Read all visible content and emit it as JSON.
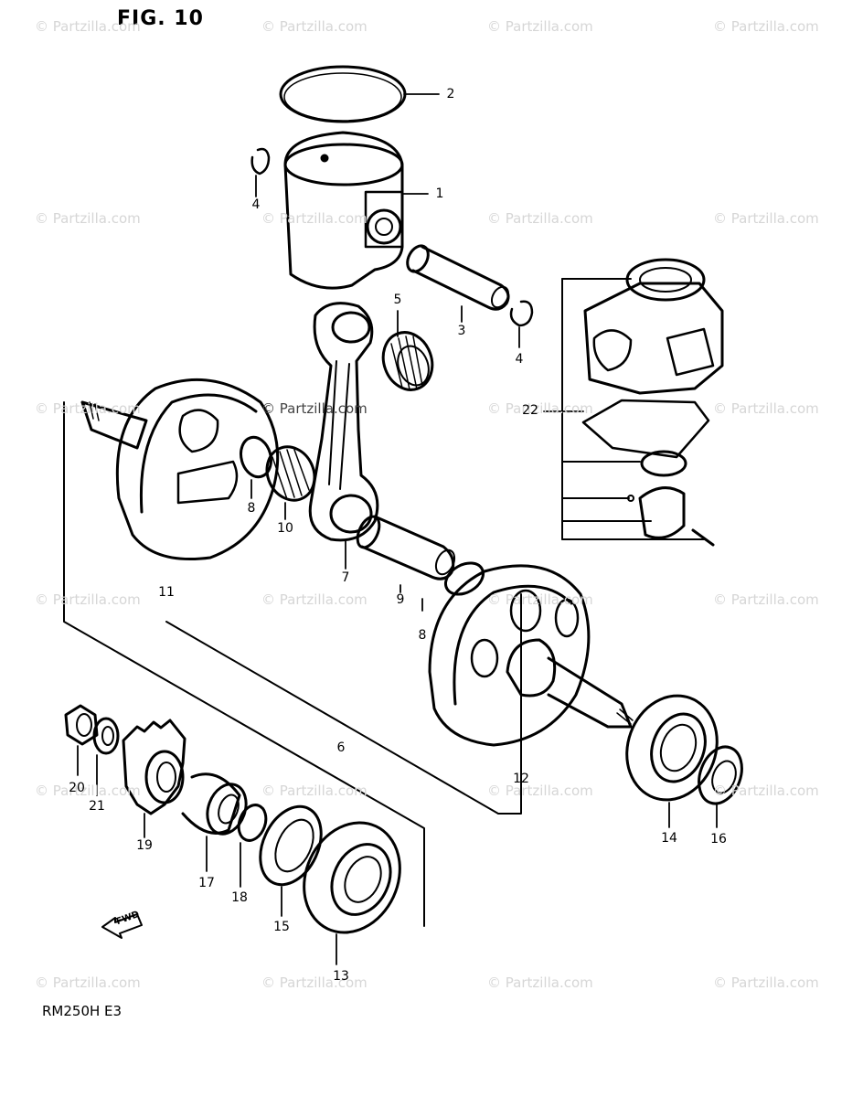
{
  "title": "FIG. 10",
  "model": "RM250H E3",
  "watermark": "© Partzilla.com",
  "fwd_label": "FWD",
  "callouts": [
    {
      "id": "1",
      "label": "1"
    },
    {
      "id": "2",
      "label": "2"
    },
    {
      "id": "3",
      "label": "3"
    },
    {
      "id": "4a",
      "label": "4"
    },
    {
      "id": "4b",
      "label": "4"
    },
    {
      "id": "5",
      "label": "5"
    },
    {
      "id": "6",
      "label": "6"
    },
    {
      "id": "7",
      "label": "7"
    },
    {
      "id": "8a",
      "label": "8"
    },
    {
      "id": "8b",
      "label": "8"
    },
    {
      "id": "9",
      "label": "9"
    },
    {
      "id": "10",
      "label": "10"
    },
    {
      "id": "11",
      "label": "11"
    },
    {
      "id": "12",
      "label": "12"
    },
    {
      "id": "13",
      "label": "13"
    },
    {
      "id": "14",
      "label": "14"
    },
    {
      "id": "15",
      "label": "15"
    },
    {
      "id": "16",
      "label": "16"
    },
    {
      "id": "17",
      "label": "17"
    },
    {
      "id": "18",
      "label": "18"
    },
    {
      "id": "19",
      "label": "19"
    },
    {
      "id": "20",
      "label": "20"
    },
    {
      "id": "21",
      "label": "21"
    },
    {
      "id": "22",
      "label": "22"
    }
  ]
}
